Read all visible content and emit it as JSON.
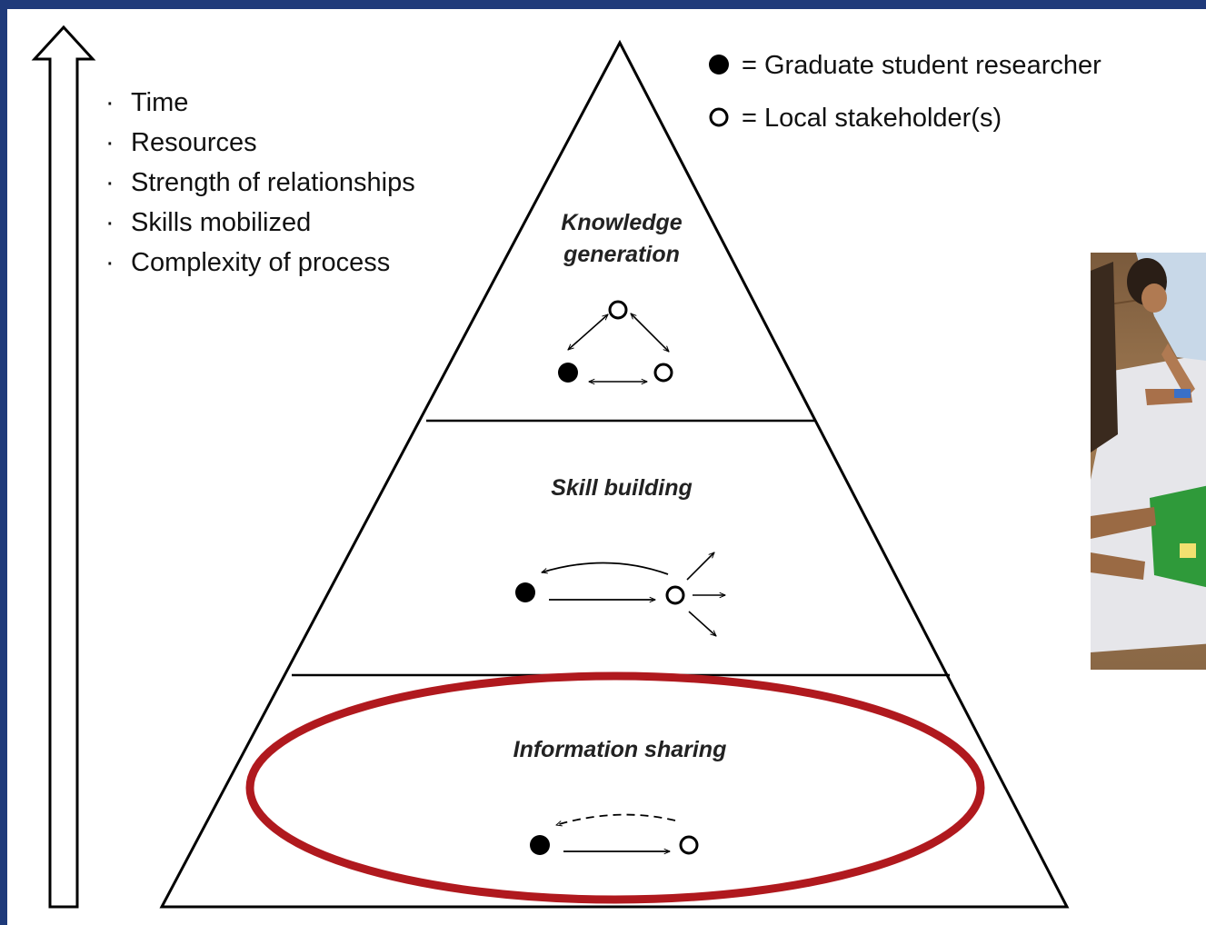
{
  "factors": [
    "Time",
    "Resources",
    "Strength of relationships",
    "Skills mobilized",
    "Complexity of process"
  ],
  "legend": {
    "filled": "= Graduate student researcher",
    "open": "= Local stakeholder(s)"
  },
  "tiers": {
    "top": "Knowledge generation",
    "top_line1": "Knowledge",
    "top_line2": "generation",
    "middle": "Skill building",
    "bottom": "Information sharing"
  },
  "colors": {
    "frame": "#1f3a7a",
    "highlight_ellipse": "#b0191e",
    "stroke": "#000000"
  },
  "highlighted_tier": "Information sharing"
}
